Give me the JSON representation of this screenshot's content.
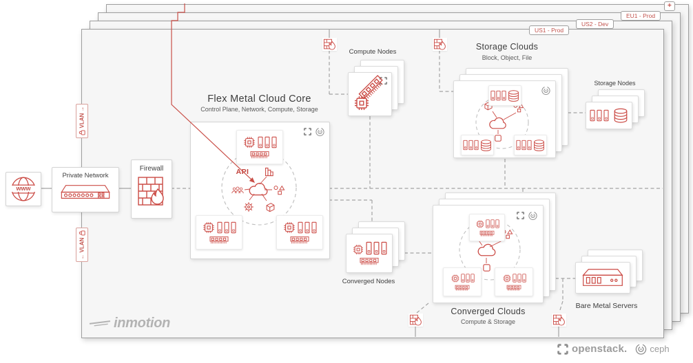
{
  "colors": {
    "accent": "#cb4b45",
    "line_gray": "#a3a3a3",
    "brand_gray": "#9b9b9b"
  },
  "pages": {
    "add_button": "+",
    "tabs": [
      {
        "label": "US1 - Prod"
      },
      {
        "label": "US2 - Dev"
      },
      {
        "label": "EU1 - Prod"
      }
    ]
  },
  "vlan": {
    "top": {
      "label": "VLAN",
      "arrow": "→"
    },
    "bottom": {
      "label": "VLAN",
      "arrow": "←"
    }
  },
  "edge": {
    "www_label": "www",
    "private_network_title": "Private Network",
    "firewall_title": "Firewall"
  },
  "core": {
    "title": "Flex Metal Cloud Core",
    "subtitle": "Control Plane, Network, Compute, Storage",
    "api_label": "API"
  },
  "clusters": {
    "compute_nodes": {
      "title": "Compute Nodes"
    },
    "storage_clouds": {
      "title": "Storage Clouds",
      "subtitle": "Block, Object, File"
    },
    "storage_nodes": {
      "title": "Storage Nodes"
    },
    "converged_nodes": {
      "title": "Converged Nodes"
    },
    "converged_clouds": {
      "title": "Converged Clouds",
      "subtitle": "Compute & Storage"
    },
    "bare_metal": {
      "title": "Bare Metal Servers"
    }
  },
  "footer": {
    "brand": "inmotion",
    "openstack_label": "openstack.",
    "ceph_label": "ceph"
  },
  "icons": {
    "globe": "www-globe-icon",
    "switch": "network-switch-icon",
    "firewall": "firewall-brick-flame-icon",
    "mini_firewall": "firewall-link-icon",
    "cpu": "cpu-icon",
    "ram": "ram-icon",
    "server": "server-binder-icon",
    "disks": "disk-stack-icon",
    "cloud": "cloud-icon",
    "gear": "gear-icon",
    "cube": "cube-icon",
    "users": "users-icon",
    "chart": "bar-chart-icon",
    "shapes": "resource-shapes-icon",
    "lock": "lock-icon",
    "openstack": "openstack-logo",
    "ceph": "ceph-logo",
    "rack_server": "rack-server-icon"
  }
}
